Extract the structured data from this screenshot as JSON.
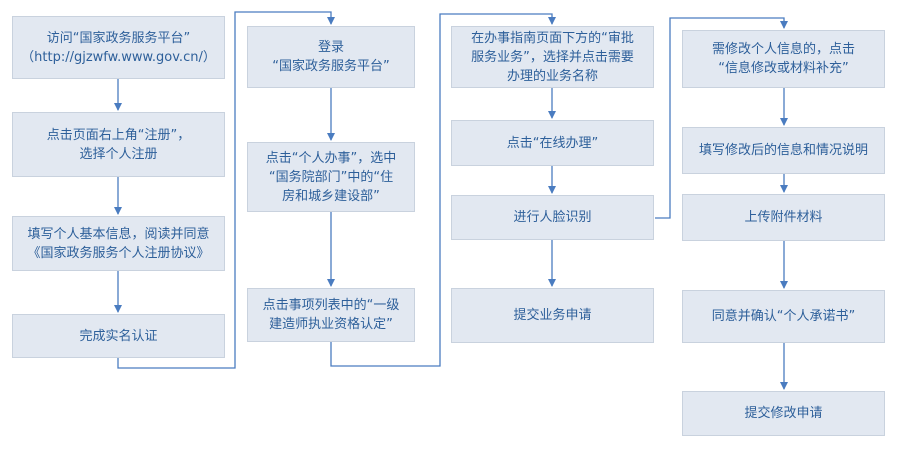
{
  "flowchart": {
    "columns": [
      {
        "steps": [
          "访问“国家政务服务平台”\n（http://gjzwfw.www.gov.cn/）",
          "点击页面右上角“注册”，\n选择个人注册",
          "填写个人基本信息，阅读并同意\n《国家政务服务个人注册协议》",
          "完成实名认证"
        ]
      },
      {
        "steps": [
          "登录\n“国家政务服务平台”",
          "点击“个人办事”，选中\n“国务院部门”中的“住\n房和城乡建设部”",
          "点击事项列表中的“一级\n建造师执业资格认定”"
        ]
      },
      {
        "steps": [
          "在办事指南页面下方的“审批\n服务业务”，选择并点击需要\n办理的业务名称",
          "点击“在线办理”",
          "进行人脸识别",
          "提交业务申请"
        ]
      },
      {
        "steps": [
          "需修改个人信息的，点击\n“信息修改或材料补充”",
          "填写修改后的信息和情况说明",
          "上传附件材料",
          "同意并确认“个人承诺书”",
          "提交修改申请"
        ]
      }
    ],
    "colors": {
      "box_fill": "#e2e8f1",
      "box_text": "#2d5f9a",
      "arrow": "#4a7cc0"
    }
  }
}
